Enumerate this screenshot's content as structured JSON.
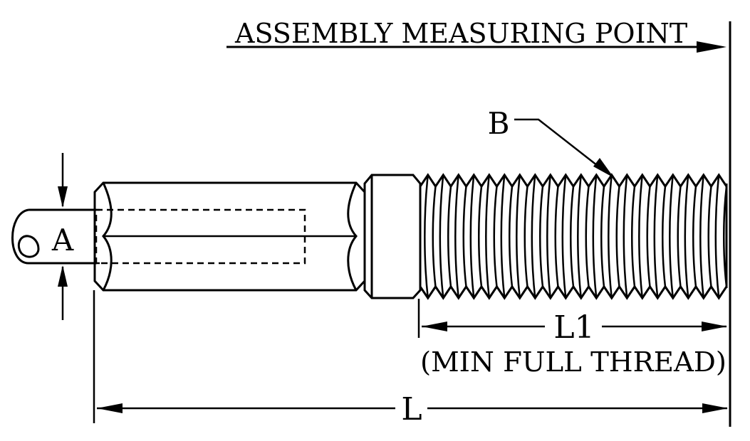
{
  "labels": {
    "assembly": "ASSEMBLY MEASURING POINT",
    "a": "A",
    "b": "B",
    "l1": "L1",
    "l1_note": "(MIN FULL THREAD)",
    "l": "L"
  },
  "colors": {
    "ink": "#000000",
    "paper": "#ffffff"
  }
}
